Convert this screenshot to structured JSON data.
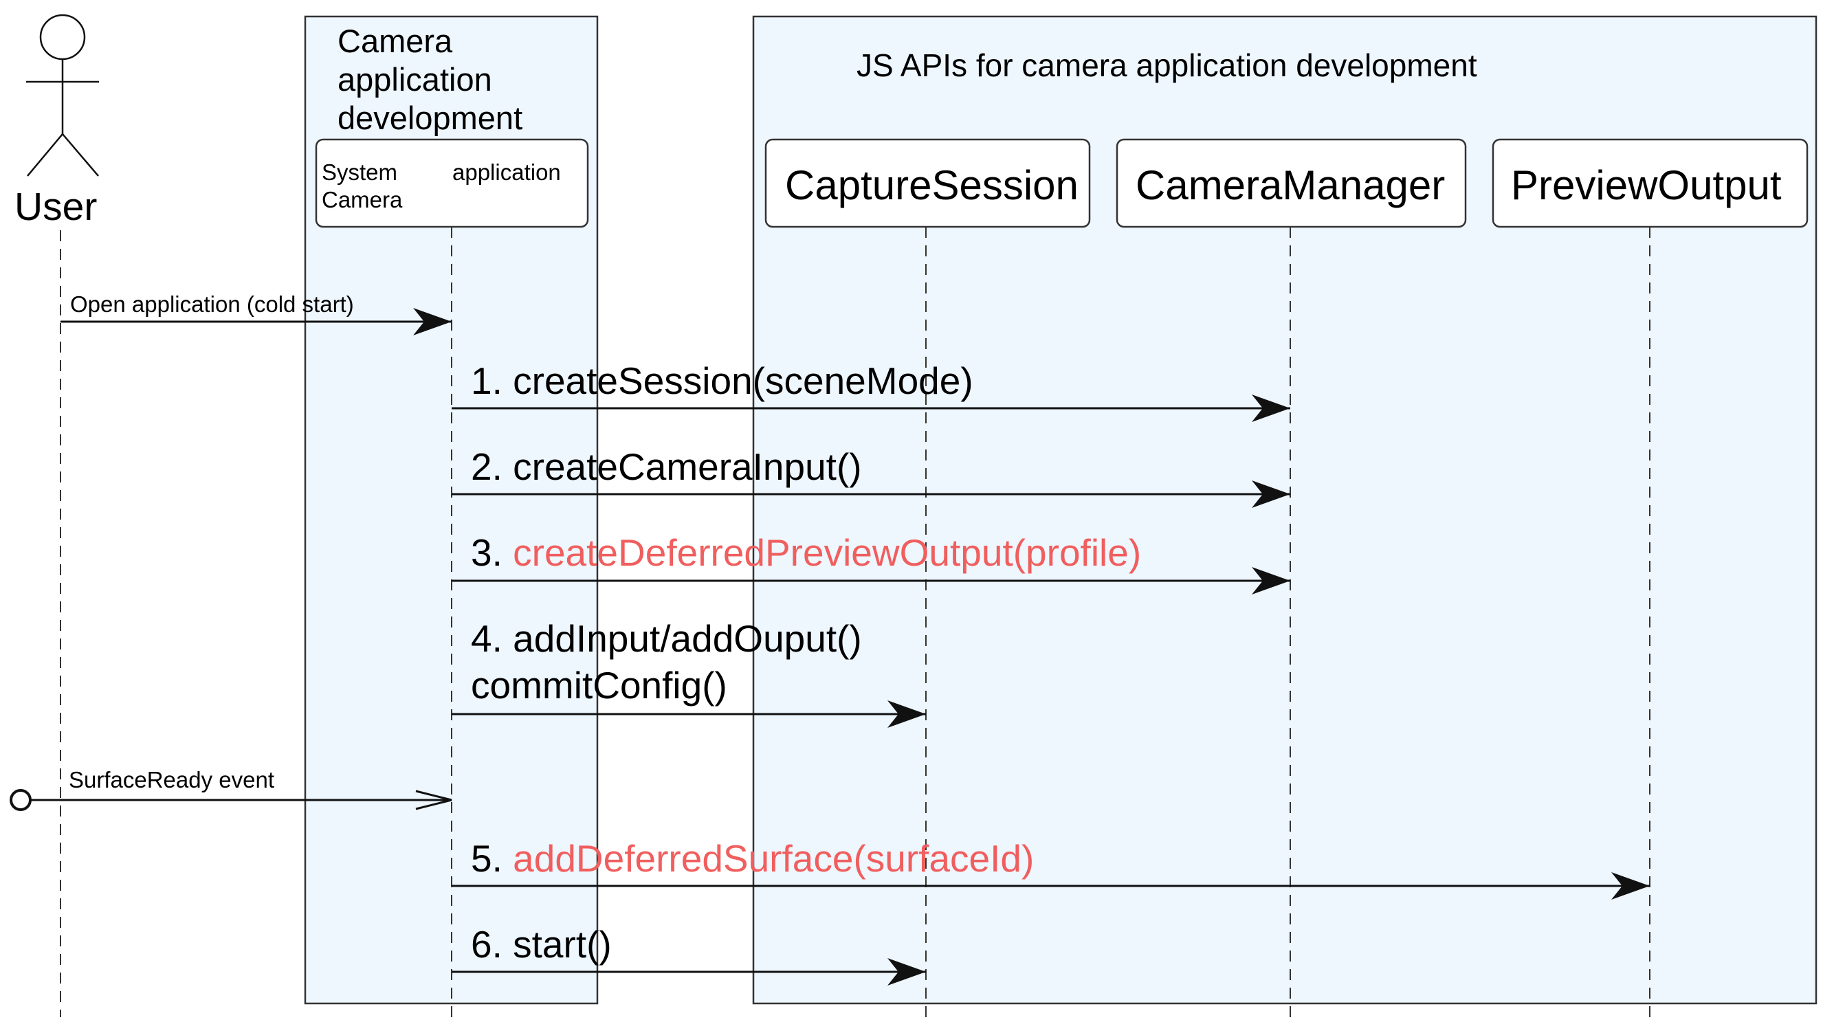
{
  "actor": {
    "name": "User"
  },
  "groups": [
    {
      "title": "Camera\napplication\ndevelopment"
    },
    {
      "title": "JS APIs for camera application development"
    }
  ],
  "participants": {
    "system_camera": {
      "left": "System\nCamera",
      "right": "application"
    },
    "capture_session": "CaptureSession",
    "camera_manager": "CameraManager",
    "preview_output": "PreviewOutput"
  },
  "messages": [
    {
      "text": "Open application (cold start)"
    },
    {
      "num": "1.",
      "text": "createSession(sceneMode)",
      "highlight": false
    },
    {
      "num": "2.",
      "text": "createCameraInput()",
      "highlight": false
    },
    {
      "num": "3.",
      "text": "createDeferredPreviewOutput(profile)",
      "highlight": true
    },
    {
      "num": "4.",
      "text": "addInput/addOuput()\n   commitConfig()",
      "highlight": false
    },
    {
      "text": "SurfaceReady event"
    },
    {
      "num": "5.",
      "text": "addDeferredSurface(surfaceId)",
      "highlight": true
    },
    {
      "num": "6.",
      "text": "start()",
      "highlight": false
    }
  ],
  "colors": {
    "group_fill": "#eef6fe",
    "group_border": "#333333",
    "highlight_text": "#f05e5e",
    "line": "#000000"
  }
}
